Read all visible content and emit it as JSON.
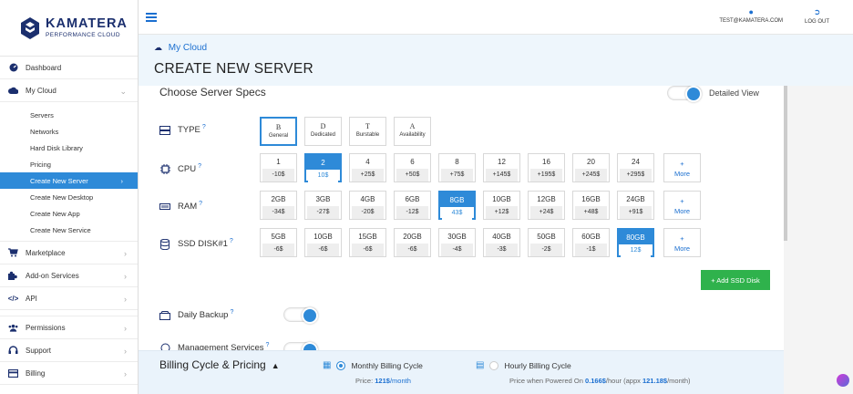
{
  "brand": {
    "name": "KAMATERA",
    "tagline": "PERFORMANCE CLOUD"
  },
  "topbar": {
    "user": "TEST@KAMATERA.COM",
    "logout": "LOG OUT"
  },
  "sidebar": {
    "items": [
      {
        "label": "Dashboard",
        "icon": "dashboard-icon"
      },
      {
        "label": "My Cloud",
        "icon": "cloud-icon"
      }
    ],
    "sub_items": [
      "Servers",
      "Networks",
      "Hard Disk Library",
      "Pricing",
      "Create New Server",
      "Create New Desktop",
      "Create New App",
      "Create New Service"
    ],
    "items2": [
      {
        "label": "Marketplace",
        "icon": "cart-icon"
      },
      {
        "label": "Add-on Services",
        "icon": "puzzle-icon"
      },
      {
        "label": "API",
        "icon": "code-icon"
      },
      {
        "label": "Permissions",
        "icon": "users-icon"
      },
      {
        "label": "Support",
        "icon": "headset-icon"
      },
      {
        "label": "Billing",
        "icon": "billing-icon"
      }
    ]
  },
  "breadcrumb": "My Cloud",
  "page_title": "CREATE NEW SERVER",
  "specs": {
    "title": "Choose Server Specs",
    "detailed_view": "Detailed View",
    "type": {
      "label": "TYPE",
      "options": [
        {
          "l": "B",
          "d": "General"
        },
        {
          "l": "D",
          "d": "Dedicated"
        },
        {
          "l": "T",
          "d": "Burstable"
        },
        {
          "l": "A",
          "d": "Availability"
        }
      ]
    },
    "cpu": {
      "label": "CPU",
      "options": [
        {
          "v": "1",
          "p": "-10$"
        },
        {
          "v": "2",
          "p": "10$"
        },
        {
          "v": "4",
          "p": "+25$"
        },
        {
          "v": "6",
          "p": "+50$"
        },
        {
          "v": "8",
          "p": "+75$"
        },
        {
          "v": "12",
          "p": "+145$"
        },
        {
          "v": "16",
          "p": "+195$"
        },
        {
          "v": "20",
          "p": "+245$"
        },
        {
          "v": "24",
          "p": "+295$"
        }
      ]
    },
    "ram": {
      "label": "RAM",
      "options": [
        {
          "v": "2GB",
          "p": "-34$"
        },
        {
          "v": "3GB",
          "p": "-27$"
        },
        {
          "v": "4GB",
          "p": "-20$"
        },
        {
          "v": "6GB",
          "p": "-12$"
        },
        {
          "v": "8GB",
          "p": "43$"
        },
        {
          "v": "10GB",
          "p": "+12$"
        },
        {
          "v": "12GB",
          "p": "+24$"
        },
        {
          "v": "16GB",
          "p": "+48$"
        },
        {
          "v": "24GB",
          "p": "+91$"
        }
      ]
    },
    "ssd": {
      "label": "SSD DISK#1",
      "options": [
        {
          "v": "5GB",
          "p": "-6$"
        },
        {
          "v": "10GB",
          "p": "-6$"
        },
        {
          "v": "15GB",
          "p": "-6$"
        },
        {
          "v": "20GB",
          "p": "-6$"
        },
        {
          "v": "30GB",
          "p": "-4$"
        },
        {
          "v": "40GB",
          "p": "-3$"
        },
        {
          "v": "50GB",
          "p": "-2$"
        },
        {
          "v": "60GB",
          "p": "-1$"
        },
        {
          "v": "80GB",
          "p": "12$"
        }
      ]
    },
    "more_plus": "+",
    "more": "More",
    "add_ssd": "+ Add SSD Disk",
    "daily_backup": "Daily Backup",
    "management_services": "Management Services"
  },
  "billing": {
    "title": "Billing Cycle & Pricing",
    "monthly": "Monthly Billing Cycle",
    "monthly_price_prefix": "Price:",
    "monthly_price": "121$",
    "monthly_unit": "/month",
    "hourly": "Hourly Billing Cycle",
    "hourly_prefix": "Price when Powered On",
    "hourly_price": "0.166$",
    "hourly_mid": "/hour (appx",
    "hourly_month": "121.18$",
    "hourly_suffix": "/month)"
  }
}
